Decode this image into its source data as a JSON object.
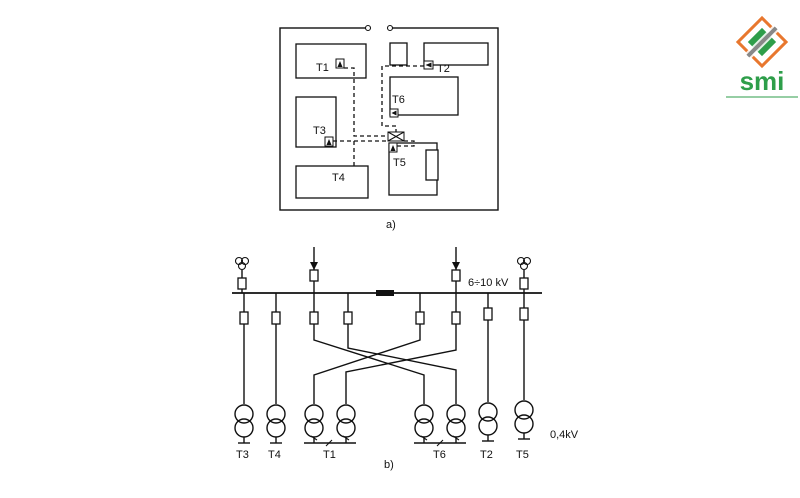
{
  "logo": {
    "text": "smi",
    "brand_color": "#2e9e4a",
    "accent_color": "#e8772e"
  },
  "plan": {
    "caption": "a)",
    "substations": [
      "T1",
      "T2",
      "T3",
      "T4",
      "T5",
      "T6"
    ]
  },
  "schematic": {
    "caption": "b)",
    "hv_label": "6÷10 kV",
    "lv_label": "0,4kV",
    "transformer_labels": [
      "T3",
      "T4",
      "T1",
      "T6",
      "T2",
      "T5"
    ]
  }
}
